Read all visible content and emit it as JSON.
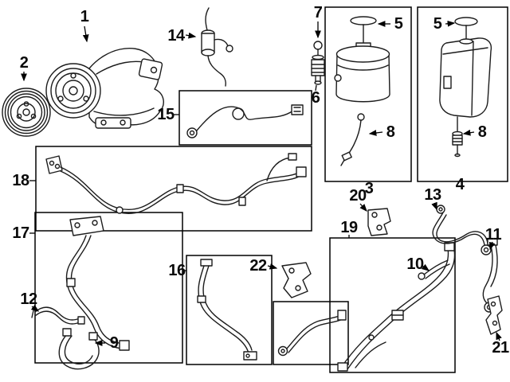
{
  "diagram_type": "auto-parts-exploded-diagram",
  "colors": {
    "background": "#ffffff",
    "line": "#1c1c1c"
  },
  "drawing_names": [
    "power-steering-pump",
    "pulley",
    "reservoir-with-cap",
    "reservoir-angular",
    "cap",
    "dipstick",
    "bolt-valve",
    "hose",
    "pipe",
    "bracket"
  ],
  "callouts": {
    "c1": {
      "label": "1"
    },
    "c2": {
      "label": "2"
    },
    "c3": {
      "label": "3"
    },
    "c4": {
      "label": "4"
    },
    "c5a": {
      "label": "5"
    },
    "c5b": {
      "label": "5"
    },
    "c6": {
      "label": "6"
    },
    "c7": {
      "label": "7"
    },
    "c8a": {
      "label": "8"
    },
    "c8b": {
      "label": "8"
    },
    "c9": {
      "label": "9"
    },
    "c10": {
      "label": "10"
    },
    "c11": {
      "label": "11"
    },
    "c12": {
      "label": "12"
    },
    "c13": {
      "label": "13"
    },
    "c14": {
      "label": "14"
    },
    "c15": {
      "label": "15"
    },
    "c16": {
      "label": "16"
    },
    "c17": {
      "label": "17"
    },
    "c18": {
      "label": "18"
    },
    "c19": {
      "label": "19"
    },
    "c20": {
      "label": "20"
    },
    "c21": {
      "label": "21"
    },
    "c22": {
      "label": "22"
    }
  }
}
